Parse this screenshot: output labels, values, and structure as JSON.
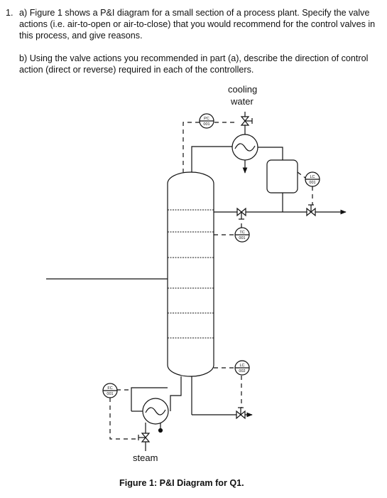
{
  "question": {
    "number": "1.",
    "part_a": "a) Figure 1 shows a P&I diagram for a small section of a process plant. Specify the valve actions (i.e. air-to-open or air-to-close) that you would recommend for the control valves in this process, and give reasons.",
    "part_b": "b) Using the valve actions you recommended in part (a), describe the direction of control action (direct or reverse) required in each of the controllers."
  },
  "diagram": {
    "streams": {
      "cooling_line1": "cooling",
      "cooling_line2": "water",
      "steam": "steam"
    },
    "instruments": [
      {
        "id": "pc001",
        "letters": "PC",
        "tag": "001"
      },
      {
        "id": "lc001",
        "letters": "LC",
        "tag": "001"
      },
      {
        "id": "tc001",
        "letters": "TC",
        "tag": "001"
      },
      {
        "id": "lc002",
        "letters": "LC",
        "tag": "002"
      },
      {
        "id": "fc001",
        "letters": "FC",
        "tag": "001"
      }
    ]
  },
  "caption": "Figure 1: P&I Diagram for Q1."
}
